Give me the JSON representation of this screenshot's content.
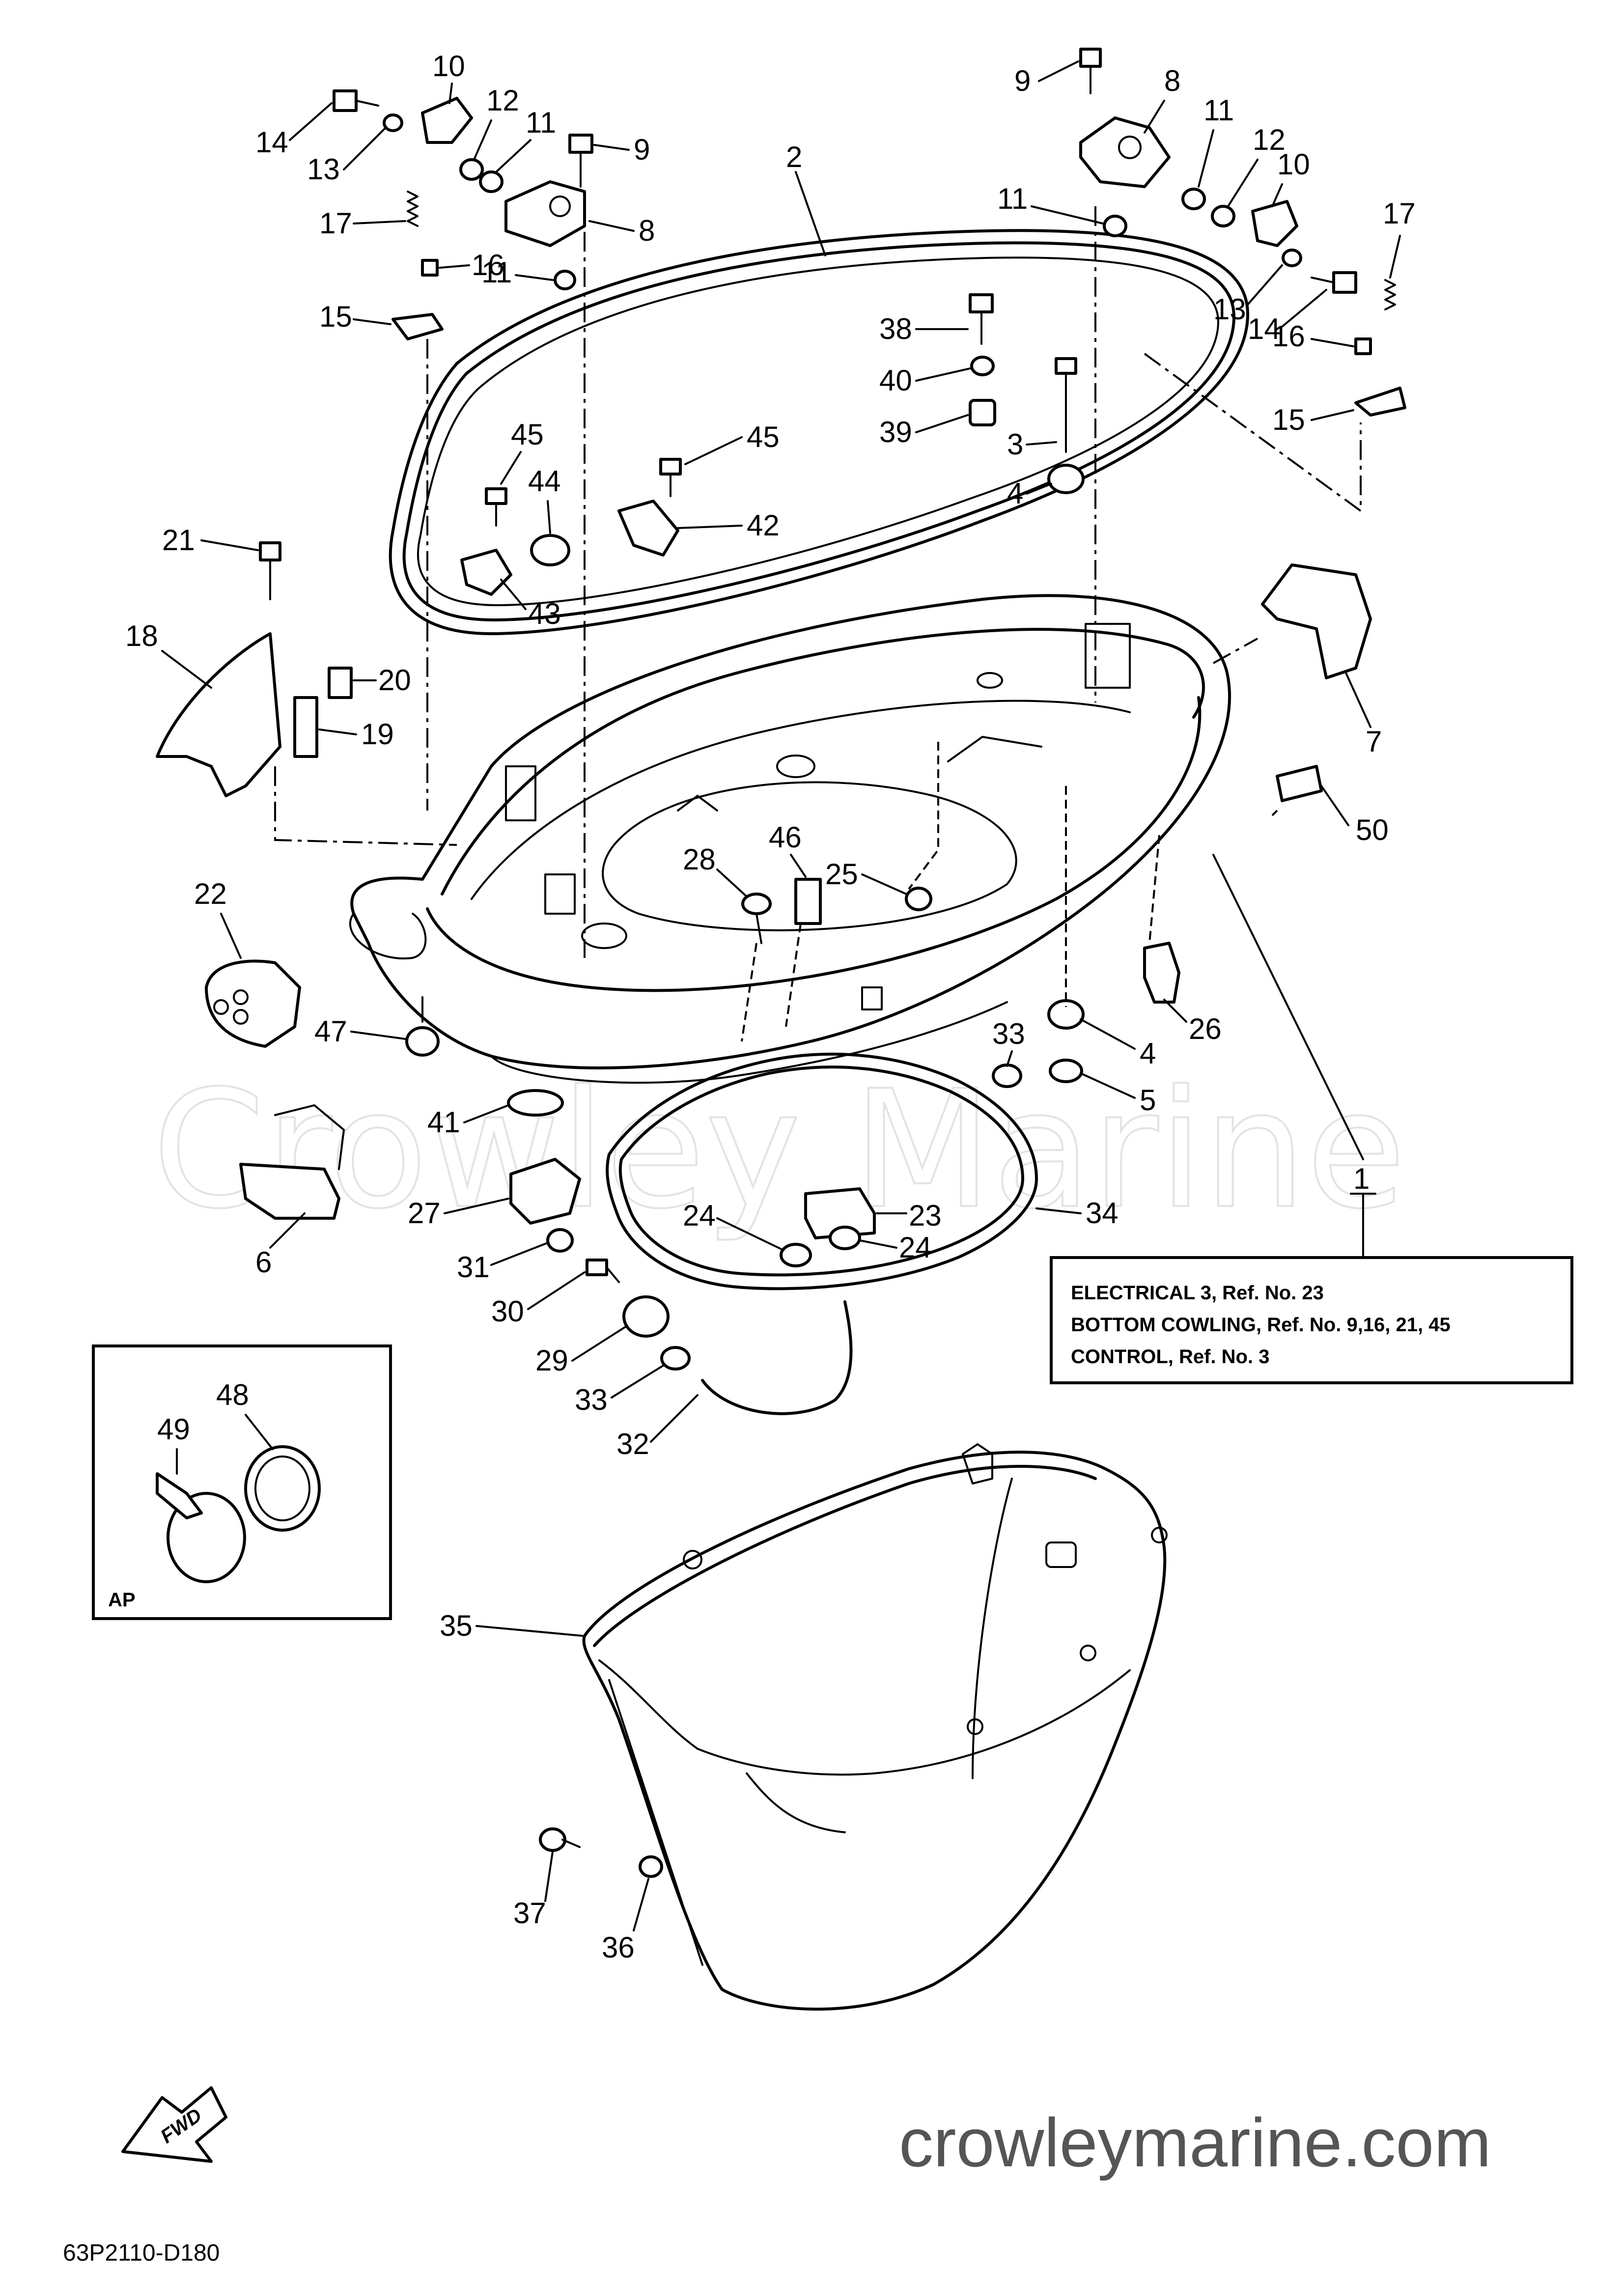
{
  "watermark": "Crowley Marine",
  "site_url": "crowleymarine.com",
  "diagram_code": "63P2110-D180",
  "fwd_label": "FWD",
  "inset_label": "AP",
  "reference_box": {
    "lines": [
      "ELECTRICAL 3, Ref. No. 23",
      "BOTTOM COWLING,  Ref. No. 9,16, 21, 45",
      "CONTROL, Ref. No. 3"
    ]
  },
  "callouts": [
    {
      "id": "c1",
      "text": "1"
    },
    {
      "id": "c2",
      "text": "2"
    },
    {
      "id": "c3",
      "text": "3"
    },
    {
      "id": "c4a",
      "text": "4"
    },
    {
      "id": "c4b",
      "text": "4"
    },
    {
      "id": "c5",
      "text": "5"
    },
    {
      "id": "c6",
      "text": "6"
    },
    {
      "id": "c7",
      "text": "7"
    },
    {
      "id": "c8a",
      "text": "8"
    },
    {
      "id": "c8b",
      "text": "8"
    },
    {
      "id": "c9a",
      "text": "9"
    },
    {
      "id": "c9b",
      "text": "9"
    },
    {
      "id": "c10a",
      "text": "10"
    },
    {
      "id": "c10b",
      "text": "10"
    },
    {
      "id": "c11a",
      "text": "11"
    },
    {
      "id": "c11b",
      "text": "11"
    },
    {
      "id": "c11c",
      "text": "11"
    },
    {
      "id": "c11d",
      "text": "11"
    },
    {
      "id": "c12a",
      "text": "12"
    },
    {
      "id": "c12b",
      "text": "12"
    },
    {
      "id": "c13a",
      "text": "13"
    },
    {
      "id": "c13b",
      "text": "13"
    },
    {
      "id": "c14a",
      "text": "14"
    },
    {
      "id": "c14b",
      "text": "14"
    },
    {
      "id": "c15a",
      "text": "15"
    },
    {
      "id": "c15b",
      "text": "15"
    },
    {
      "id": "c16a",
      "text": "16"
    },
    {
      "id": "c16b",
      "text": "16"
    },
    {
      "id": "c17a",
      "text": "17"
    },
    {
      "id": "c17b",
      "text": "17"
    },
    {
      "id": "c18",
      "text": "18"
    },
    {
      "id": "c19",
      "text": "19"
    },
    {
      "id": "c20",
      "text": "20"
    },
    {
      "id": "c21",
      "text": "21"
    },
    {
      "id": "c22",
      "text": "22"
    },
    {
      "id": "c23",
      "text": "23"
    },
    {
      "id": "c24a",
      "text": "24"
    },
    {
      "id": "c24b",
      "text": "24"
    },
    {
      "id": "c25",
      "text": "25"
    },
    {
      "id": "c26",
      "text": "26"
    },
    {
      "id": "c27",
      "text": "27"
    },
    {
      "id": "c28",
      "text": "28"
    },
    {
      "id": "c29",
      "text": "29"
    },
    {
      "id": "c30",
      "text": "30"
    },
    {
      "id": "c31",
      "text": "31"
    },
    {
      "id": "c32",
      "text": "32"
    },
    {
      "id": "c33a",
      "text": "33"
    },
    {
      "id": "c33b",
      "text": "33"
    },
    {
      "id": "c34",
      "text": "34"
    },
    {
      "id": "c35",
      "text": "35"
    },
    {
      "id": "c36",
      "text": "36"
    },
    {
      "id": "c37",
      "text": "37"
    },
    {
      "id": "c38",
      "text": "38"
    },
    {
      "id": "c39",
      "text": "39"
    },
    {
      "id": "c40",
      "text": "40"
    },
    {
      "id": "c41",
      "text": "41"
    },
    {
      "id": "c42",
      "text": "42"
    },
    {
      "id": "c43",
      "text": "43"
    },
    {
      "id": "c44",
      "text": "44"
    },
    {
      "id": "c45a",
      "text": "45"
    },
    {
      "id": "c45b",
      "text": "45"
    },
    {
      "id": "c46",
      "text": "46"
    },
    {
      "id": "c47",
      "text": "47"
    },
    {
      "id": "c48",
      "text": "48"
    },
    {
      "id": "c49",
      "text": "49"
    },
    {
      "id": "c50",
      "text": "50"
    }
  ]
}
